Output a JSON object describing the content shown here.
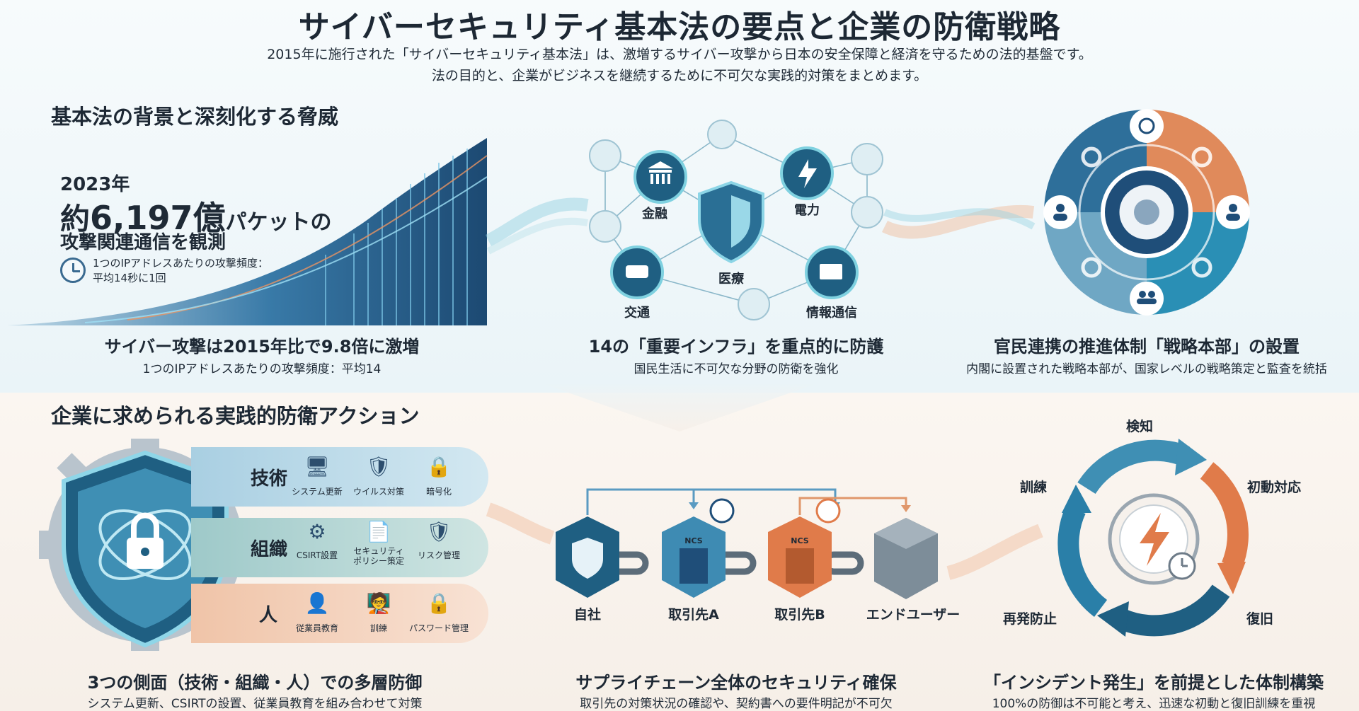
{
  "header": {
    "title": "サイバーセキュリティ基本法の要点と企業の防衛戦略",
    "subtitle_line1": "2015年に施行された「サイバーセキュリティ基本法」は、激増するサイバー攻撃から日本の安全保障と経済を守るための法的基盤です。",
    "subtitle_line2": "法の目的と、企業がビジネスを継続するために不可欠な実践的対策をまとめます。"
  },
  "section1": {
    "title": "基本法の背景と深刻化する脅威",
    "stat": {
      "year": "2023年",
      "prefix": "約",
      "number": "6,197億",
      "suffix": "パケットの",
      "desc": "攻撃関連通信を観測",
      "freq_line1": "1つのIPアドレスあたりの攻撃頻度：",
      "freq_line2": "平均14秒に1回"
    },
    "card1": {
      "title": "サイバー攻撃は2015年比で9.8倍に激増",
      "sub": "1つのIPアドレスあたりの攻撃頻度：平均14"
    },
    "card2": {
      "title": "14の「重要インフラ」を重点的に防護",
      "sub": "国民生活に不可欠な分野の防衛を強化",
      "nodes": [
        "金融",
        "電力",
        "医療",
        "交通",
        "情報通信"
      ]
    },
    "card3": {
      "title": "官民連携の推進体制「戦略本部」の設置",
      "sub": "内閣に設置された戦略本部が、国家レベルの戦略策定と監査を統括"
    }
  },
  "section2": {
    "title": "企業に求められる実践的防衛アクション",
    "layers": {
      "tech": {
        "label": "技術",
        "items": [
          "システム更新",
          "ウイルス対策",
          "暗号化"
        ]
      },
      "org": {
        "label": "組織",
        "items": [
          "CSIRT設置",
          "セキュリティ\nポリシー策定",
          "リスク管理"
        ]
      },
      "human": {
        "label": "人",
        "items": [
          "従業員教育",
          "訓練",
          "パスワード管理"
        ]
      }
    },
    "card1": {
      "title": "3つの側面（技術・組織・人）での多層防御",
      "sub": "システム更新、CSIRTの設置、従業員教育を組み合わせて対策"
    },
    "chain": {
      "nodes": [
        "自社",
        "取引先A",
        "取引先B",
        "エンドユーザー"
      ],
      "badge": "NCS"
    },
    "card2": {
      "title": "サプライチェーン全体のセキュリティ確保",
      "sub": "取引先の対策状況の確認や、契約書への要件明記が不可欠"
    },
    "cycle": {
      "steps": [
        "検知",
        "初動対応",
        "復旧",
        "再発防止",
        "訓練"
      ]
    },
    "card3": {
      "title": "「インシデント発生」を前提とした体制構築",
      "sub": "100%の防御は不可能と考え、迅速な初動と復旧訓練を重視"
    }
  },
  "colors": {
    "navy": "#1f4e79",
    "teal": "#2e8b9a",
    "orange": "#e07b4a",
    "gray": "#6d7b88"
  }
}
